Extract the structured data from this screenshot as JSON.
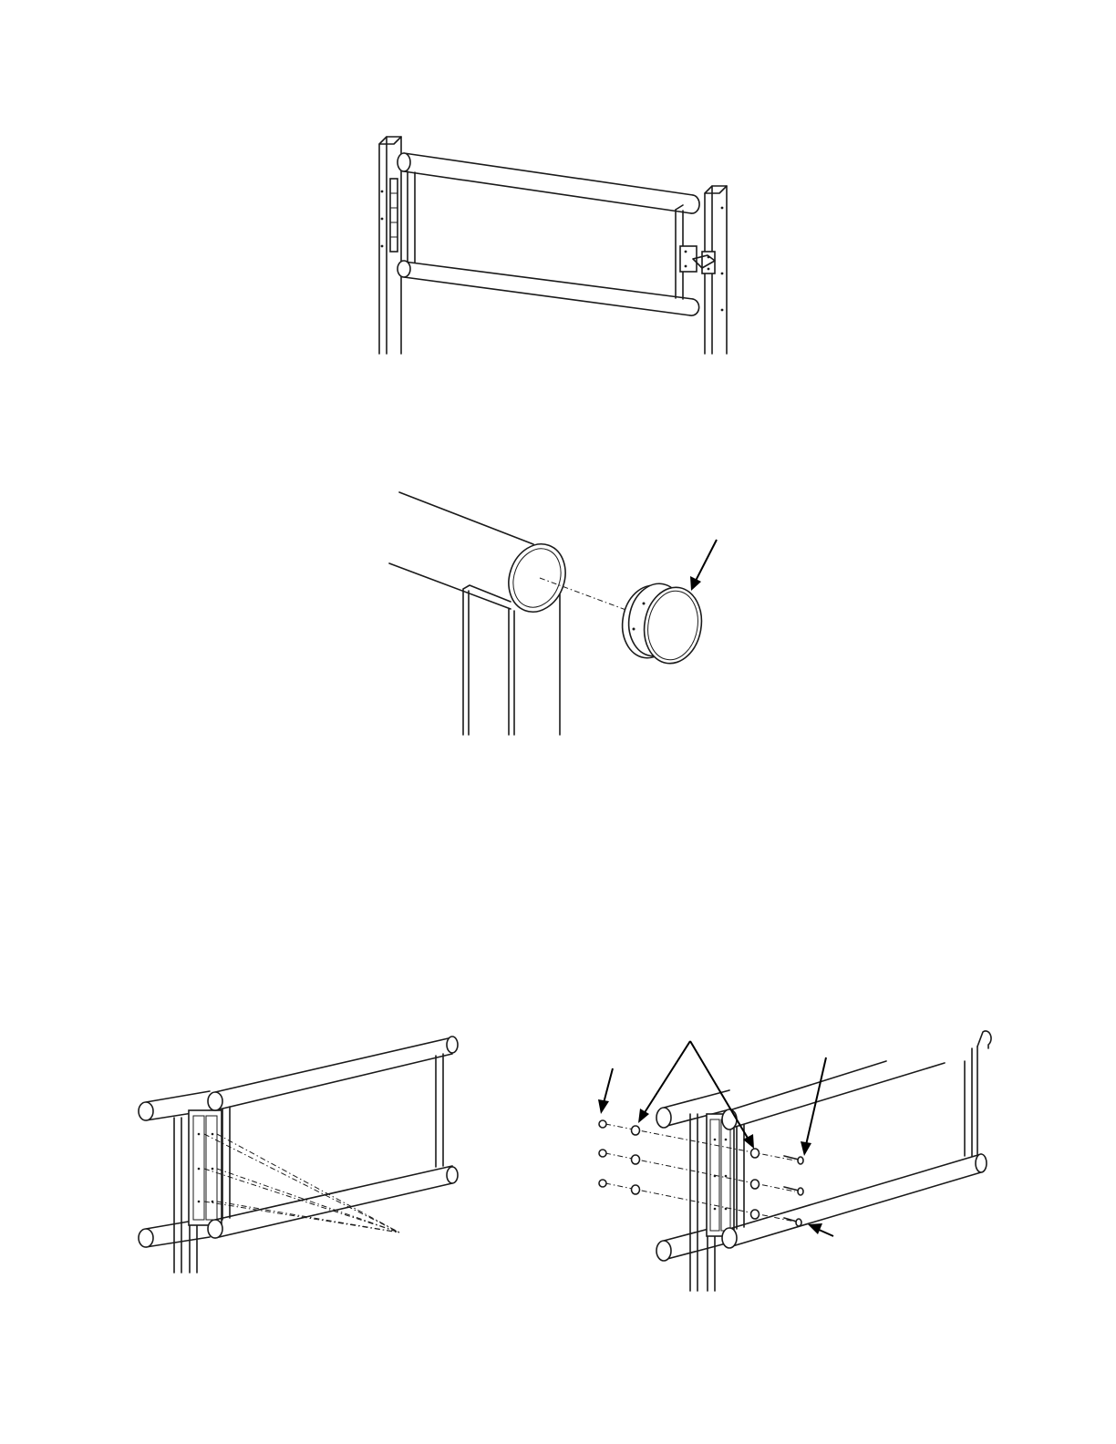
{
  "page": {
    "background": "#ffffff",
    "line_color": "#1a1a1a"
  },
  "figures": [
    {
      "id": "gate-overview",
      "icon": "gate-assembly-icon"
    },
    {
      "id": "end-cap-detail",
      "icon": "end-cap-icon"
    },
    {
      "id": "hinge-alignment",
      "icon": "hinge-alignment-icon"
    },
    {
      "id": "hinge-hardware-exploded",
      "icon": "hinge-hardware-icon"
    }
  ]
}
